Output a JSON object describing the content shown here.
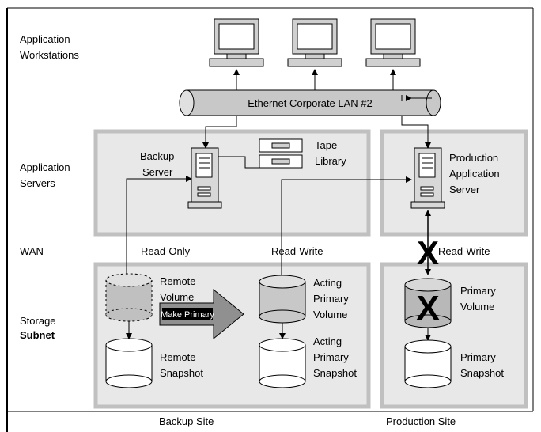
{
  "rows": {
    "workstations_line1": "Application",
    "workstations_line2": "Workstations",
    "servers_line1": "Application",
    "servers_line2": "Servers",
    "wan": "WAN",
    "storage_line1": "Storage",
    "storage_line2": "Subnet"
  },
  "lan": {
    "label": "Ethernet Corporate LAN #2"
  },
  "backup_server": {
    "line1": "Backup",
    "line2": "Server"
  },
  "tape_library": {
    "line1": "Tape",
    "line2": "Library"
  },
  "production_server": {
    "line1": "Production",
    "line2": "Application",
    "line3": "Server"
  },
  "links": {
    "read_only": "Read-Only",
    "read_write_center": "Read-Write",
    "read_write_right": "Read-Write"
  },
  "remote_volume": {
    "line1": "Remote",
    "line2": "Volume"
  },
  "make_primary": "Make Primary",
  "remote_snapshot": {
    "line1": "Remote",
    "line2": "Snapshot"
  },
  "acting_primary_volume": {
    "line1": "Acting",
    "line2": "Primary",
    "line3": "Volume"
  },
  "acting_primary_snapshot": {
    "line1": "Acting",
    "line2": "Primary",
    "line3": "Snapshot"
  },
  "primary_volume": {
    "line1": "Primary",
    "line2": "Volume",
    "failed_mark": "X"
  },
  "primary_snapshot": {
    "line1": "Primary",
    "line2": "Snapshot"
  },
  "wan_failure_mark": "X",
  "sites": {
    "backup": "Backup Site",
    "production": "Production Site"
  },
  "colors": {
    "panel_fill": "#e8e8e8",
    "panel_border": "#c0c0c0",
    "acting_volume_fill": "#c8c8c8",
    "primary_volume_fill": "#b8b8b8",
    "arrow_fill": "#909090"
  }
}
